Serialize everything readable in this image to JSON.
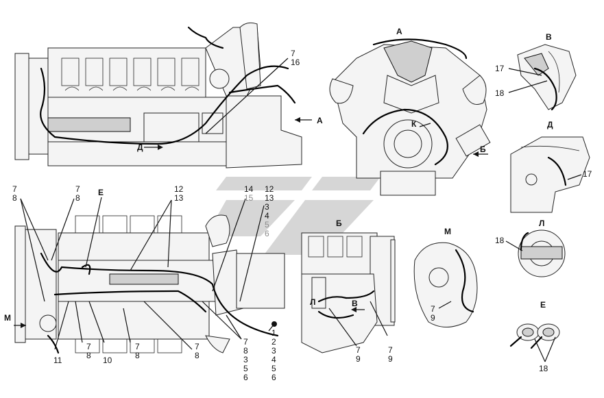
{
  "views": {
    "A": "А",
    "B": "Б",
    "V": "В",
    "D": "Д",
    "K": "К",
    "L": "Л",
    "M": "М",
    "E": "Е"
  },
  "labels": {
    "side_top": [
      "7",
      "16"
    ],
    "left_top": [
      "7",
      "8"
    ],
    "left_top2": [
      "7",
      "8"
    ],
    "top_mid": [
      "12",
      "13"
    ],
    "top_right_a": [
      "14",
      "15"
    ],
    "top_right_b": [
      "12",
      "13",
      "3",
      "4",
      "5",
      "6"
    ],
    "bottom_11": "11",
    "bottom_78a": [
      "7",
      "8"
    ],
    "bottom_10": "10",
    "bottom_78b": [
      "7",
      "8"
    ],
    "bottom_78c": [
      "7",
      "8"
    ],
    "bottom_col1": [
      "7",
      "8",
      "3",
      "5",
      "6"
    ],
    "bottom_col2": [
      "1",
      "2",
      "3",
      "4",
      "5",
      "6"
    ],
    "b_view_79a": [
      "7",
      "9"
    ],
    "b_view_79b": [
      "7",
      "9"
    ],
    "m_view_79": [
      "7",
      "9"
    ],
    "v_17": "17",
    "v_18": "18",
    "d_17": "17",
    "l_18": "18",
    "e_18": "18"
  },
  "colors": {
    "line": "#111111",
    "watermark": "#d6d6d6",
    "grey_label": "#8a8a8a"
  }
}
